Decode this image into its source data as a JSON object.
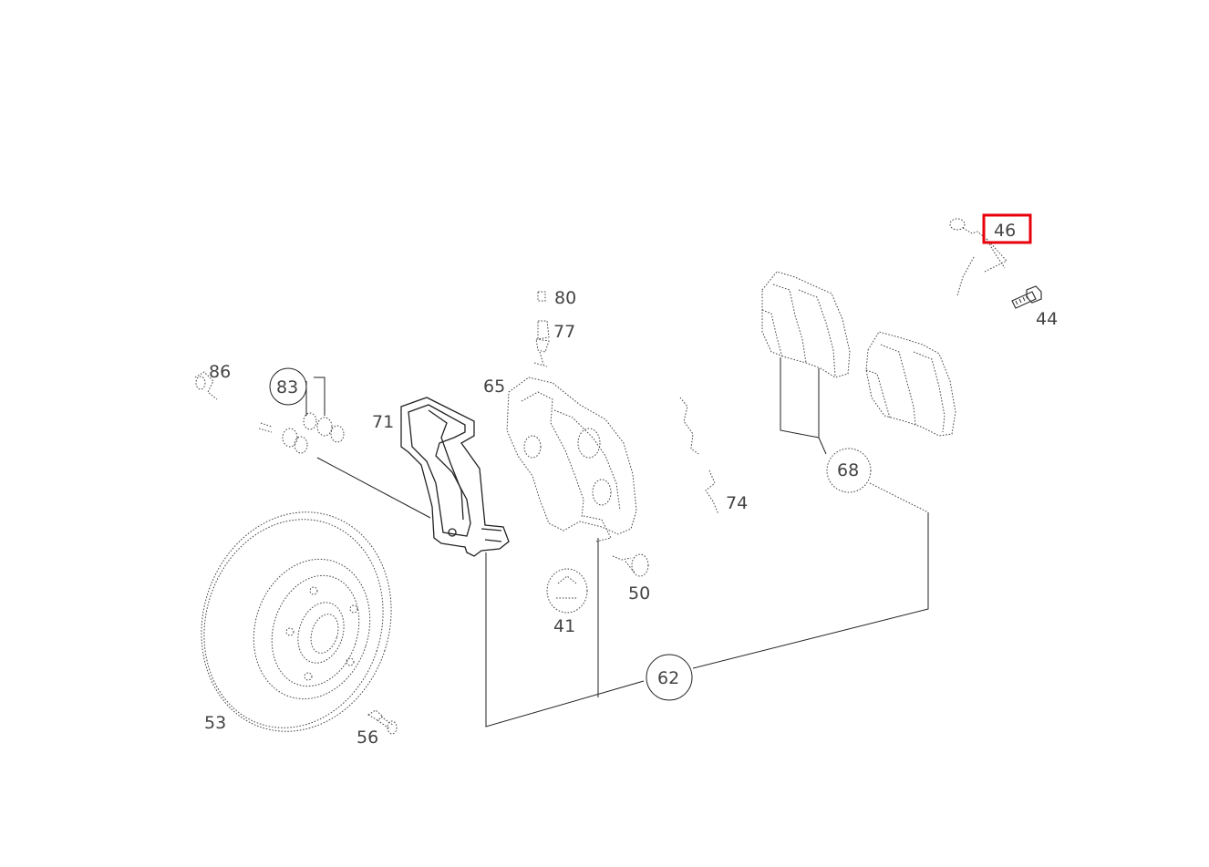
{
  "diagram": {
    "parts": {
      "p46": {
        "label": "46",
        "highlighted": true
      },
      "p44": {
        "label": "44"
      },
      "p80": {
        "label": "80"
      },
      "p77": {
        "label": "77"
      },
      "p65": {
        "label": "65"
      },
      "p86": {
        "label": "86"
      },
      "p83": {
        "label": "83"
      },
      "p71": {
        "label": "71"
      },
      "p68": {
        "label": "68"
      },
      "p74": {
        "label": "74"
      },
      "p50": {
        "label": "50"
      },
      "p41": {
        "label": "41"
      },
      "p62": {
        "label": "62"
      },
      "p53": {
        "label": "53"
      },
      "p56": {
        "label": "56"
      }
    },
    "colors": {
      "highlight": "#e8000b",
      "line": "#222222",
      "background": "#ffffff"
    }
  }
}
